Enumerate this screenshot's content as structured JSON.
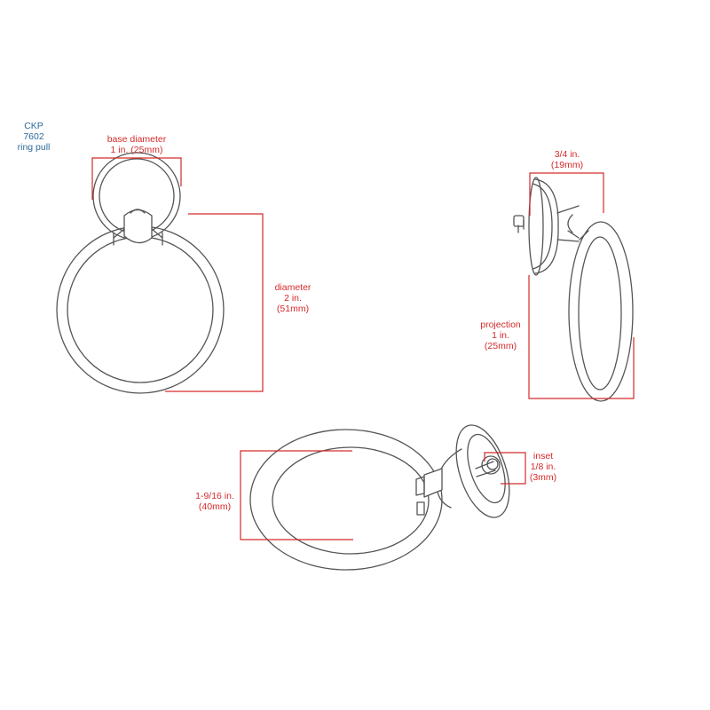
{
  "product": {
    "brand": "CKP",
    "model": "7602",
    "name": "ring pull"
  },
  "dimensions": {
    "base_diameter": {
      "label": "base diameter",
      "imperial": "1 in. (25mm)"
    },
    "ring_diameter": {
      "label": "diameter",
      "imperial": "2 in.",
      "metric": "(51mm)"
    },
    "base_depth": {
      "imperial": "3/4 in.",
      "metric": "(19mm)"
    },
    "projection": {
      "label": "projection",
      "imperial": "1 in.",
      "metric": "(25mm)"
    },
    "ring_height": {
      "imperial": "1-9/16 in.",
      "metric": "(40mm)"
    },
    "inset": {
      "label": "inset",
      "imperial": "1/8 in.",
      "metric": "(3mm)"
    }
  },
  "colors": {
    "dimension": "#d42a2a",
    "title": "#2f6a9a",
    "drawing": "#555555"
  }
}
